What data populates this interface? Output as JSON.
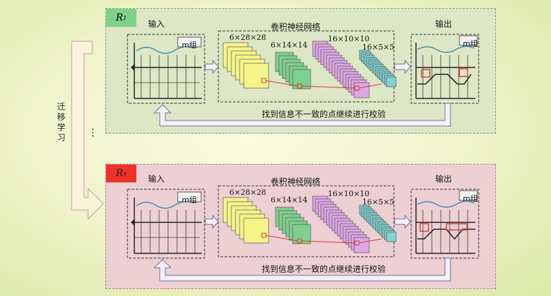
{
  "panels": [
    {
      "id": "r1",
      "tag_letter": "R",
      "tag_sub": "1",
      "input_label": "输入",
      "cnn_label": "卷积神经网络",
      "output_label": "输出",
      "group_in": "m组",
      "group_out": "m组",
      "layer_dims": [
        "6×28×28",
        "6×14×14",
        "16×10×10",
        "16×5×5"
      ],
      "feedback_label": "找到信息不一致的点继续进行校验"
    },
    {
      "id": "rn",
      "tag_letter": "R",
      "tag_sub": "n",
      "input_label": "输入",
      "cnn_label": "卷积神经网络",
      "output_label": "输出",
      "group_in": "m组",
      "group_out": "m组",
      "layer_dims": [
        "6×28×28",
        "6×14×14",
        "16×10×10",
        "16×5×5"
      ],
      "feedback_label": "找到信息不一致的点继续进行校验"
    }
  ],
  "transfer_label": "迁移学习",
  "ellipsis": "⋮",
  "colors": {
    "layer1": "#f6f48a",
    "layer2": "#7fcf8e",
    "layer3": "#dda6e6",
    "layer4": "#7fd4d4",
    "highlight": "#e0342a"
  }
}
